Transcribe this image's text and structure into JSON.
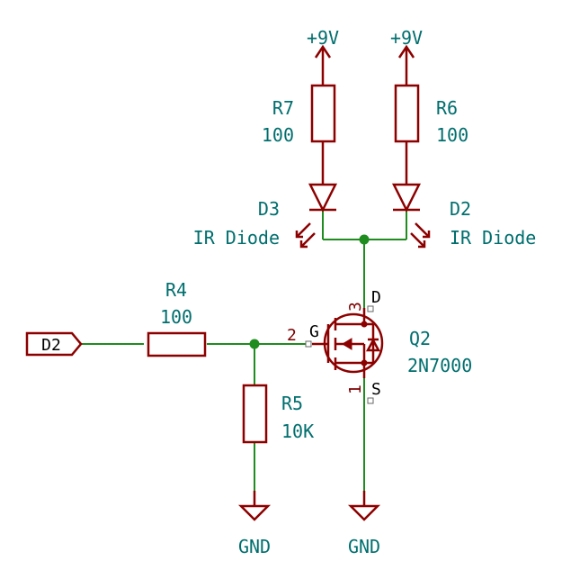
{
  "power": {
    "left": "+9V",
    "right": "+9V"
  },
  "resistors": {
    "r7": {
      "ref": "R7",
      "value": "100"
    },
    "r6": {
      "ref": "R6",
      "value": "100"
    },
    "r4": {
      "ref": "R4",
      "value": "100"
    },
    "r5": {
      "ref": "R5",
      "value": "10K"
    }
  },
  "diodes": {
    "d3": {
      "ref": "D3",
      "value": "IR Diode"
    },
    "d2": {
      "ref": "D2",
      "value": "IR Diode"
    }
  },
  "mosfet": {
    "ref": "Q2",
    "value": "2N7000",
    "pins": {
      "drain_num": "3",
      "gate_num": "2",
      "source_num": "1"
    },
    "pin_names": {
      "drain": "D",
      "gate": "G",
      "source": "S"
    }
  },
  "port": {
    "label": "D2"
  },
  "grounds": {
    "left": "GND",
    "right": "GND"
  }
}
